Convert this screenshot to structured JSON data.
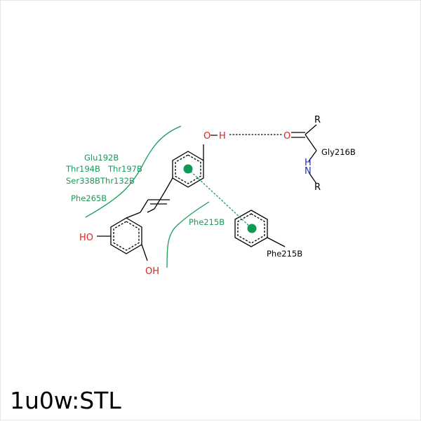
{
  "colors": {
    "residue_label": "#1a9a5a",
    "hydrophobic_arc": "#1a9a5a",
    "pi_stacking": "#0e9a55",
    "hbond": "#000000",
    "oxygen": "#e02020",
    "nitrogen": "#2030c0",
    "bond": "#000000"
  },
  "caption": "1u0w:STL",
  "residues": {
    "glu192b": "Glu192B",
    "thr194b": "Thr194B",
    "thr197b": "Thr197B",
    "ser338b": "Ser338B",
    "thr132b": "Thr132B",
    "phe265b": "Phe265B",
    "phe215b_contact": "Phe215B",
    "phe215b_ring": "Phe215B",
    "gly216b": "Gly216B"
  },
  "atoms": {
    "ho_left": "HO",
    "oh_bottom": "OH",
    "o_phenol": "O",
    "h_phenol": "H",
    "o_carbonyl": "O",
    "r_top": "R",
    "n_amide": "N",
    "h_amide": "H",
    "r_bottom": "R"
  },
  "icons": {
    "pi_centroid_ligand": "pi-centroid-icon",
    "pi_centroid_phe": "pi-centroid-icon"
  }
}
